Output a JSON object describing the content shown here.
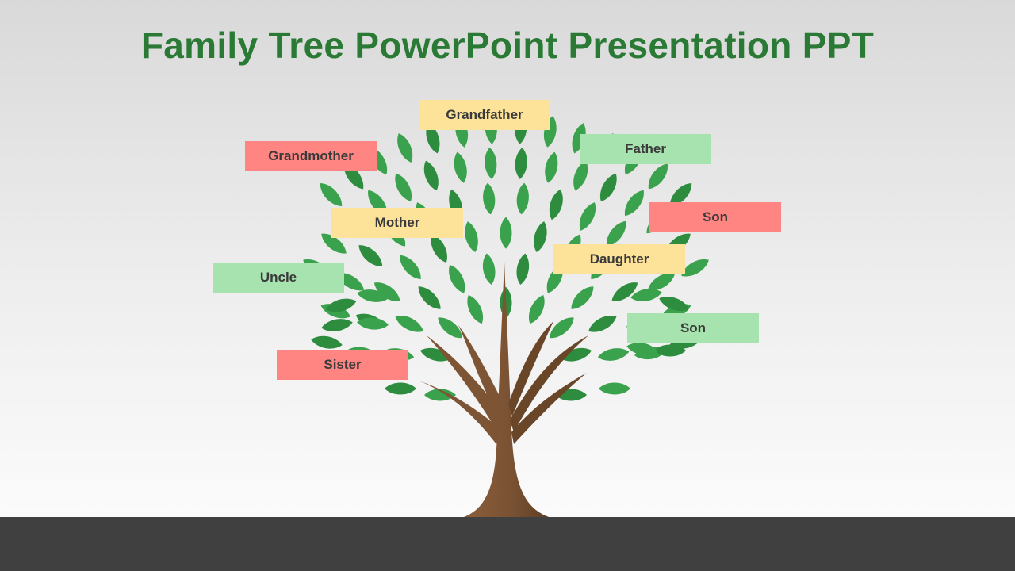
{
  "title": "Family Tree PowerPoint Presentation PPT",
  "colors": {
    "title": "#2a7a35",
    "leaf": "#3aa24c",
    "leaf_dark": "#2d8c3e",
    "trunk": "#7a5233",
    "trunk_dark": "#5f3f25",
    "footer": "#404040",
    "yellow_label": "#fde39a",
    "red_label": "#ff8582",
    "green_label": "#a6e3ae"
  },
  "labels": {
    "grandfather": {
      "text": "Grandfather",
      "color": "#fde39a"
    },
    "grandmother": {
      "text": "Grandmother",
      "color": "#ff8582"
    },
    "father": {
      "text": "Father",
      "color": "#a6e3ae"
    },
    "son_1": {
      "text": "Son",
      "color": "#ff8582"
    },
    "mother": {
      "text": "Mother",
      "color": "#fde39a"
    },
    "daughter": {
      "text": "Daughter",
      "color": "#fde39a"
    },
    "uncle": {
      "text": "Uncle",
      "color": "#a6e3ae"
    },
    "son_2": {
      "text": "Son",
      "color": "#a6e3ae"
    },
    "sister": {
      "text": "Sister",
      "color": "#ff8582"
    }
  }
}
